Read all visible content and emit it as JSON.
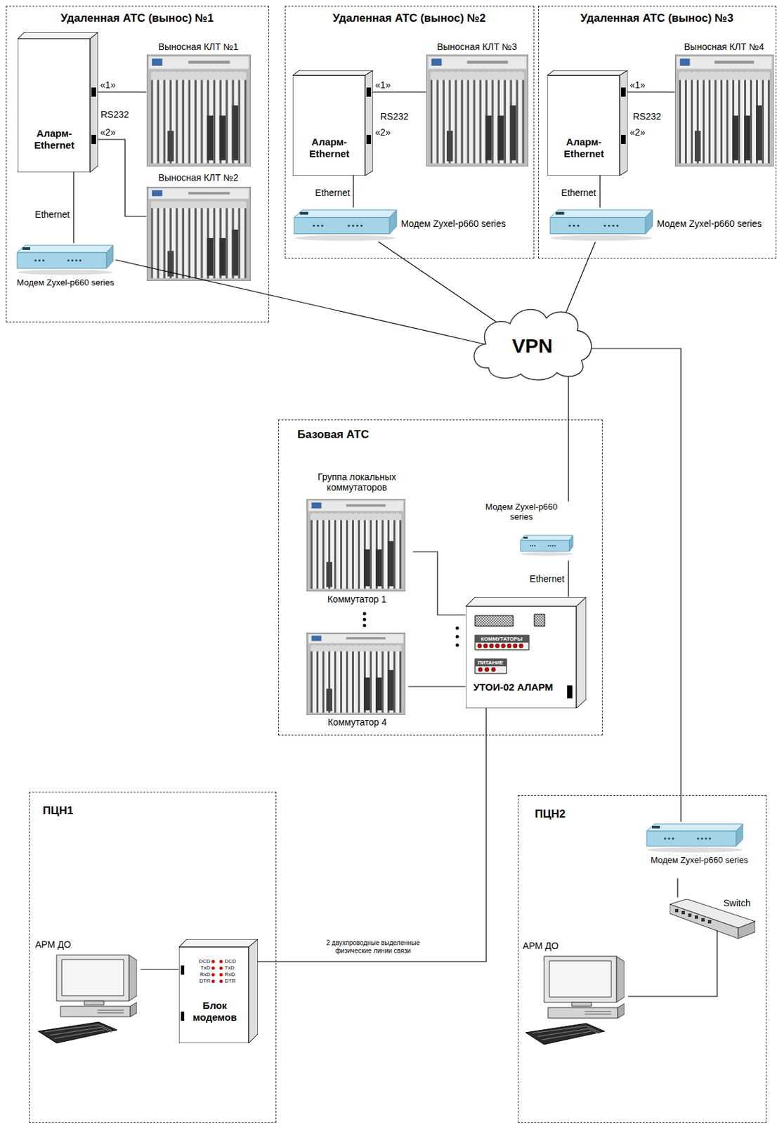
{
  "diagram": {
    "nodes": [
      {
        "text": [
          "Удаленная АТС (вынос) №1"
        ]
      },
      {
        "text": [
          "Аларм-Ethernet"
        ],
        "in": 0
      },
      {
        "text": [
          "Выносная КЛТ №1"
        ],
        "in": 0
      },
      {
        "text": [
          "Выносная КЛТ №2"
        ],
        "in": 0
      },
      {
        "text": [
          "Модем Zyxel-p660 series"
        ],
        "in": 0
      },
      {
        "text": [
          "Удаленная АТС (вынос) №2"
        ]
      },
      {
        "text": [
          "Аларм-Ethernet"
        ],
        "in": 5
      },
      {
        "text": [
          "Выносная КЛТ №3"
        ],
        "in": 5
      },
      {
        "text": [
          "Модем Zyxel-p660 series"
        ],
        "in": 5
      },
      {
        "text": [
          "Удаленная АТС (вынос) №3"
        ]
      },
      {
        "text": [
          "Аларм-Ethernet"
        ],
        "in": 9
      },
      {
        "text": [
          "Выносная КЛТ №4"
        ],
        "in": 9
      },
      {
        "text": [
          "Модем Zyxel-p660 series"
        ],
        "in": 9
      },
      {
        "text": [
          "VPN"
        ]
      },
      {
        "text": [
          "Базовая АТС"
        ]
      },
      {
        "text": [
          "Группа локальных коммутаторов",
          "Коммутатор 1"
        ],
        "in": 14
      },
      {
        "text": [
          "Коммутатор 4"
        ],
        "in": 14
      },
      {
        "text": [
          "Модем Zyxel-p660 series"
        ],
        "in": 14
      },
      {
        "text": [
          "КОММУТАТОРЫ",
          "ПИТАНИЕ",
          "УТОИ-02 АЛАРМ"
        ],
        "in": 14
      },
      {
        "text": [
          "ПЦН1"
        ]
      },
      {
        "text": [
          "АРМ ДО"
        ],
        "in": 19
      },
      {
        "text": [
          "DCD",
          "TxD",
          "RxD",
          "DTR",
          "DCD",
          "TxD",
          "RxD",
          "DTR",
          "Блок модемов"
        ],
        "in": 19
      },
      {
        "text": [
          "ПЦН2"
        ]
      },
      {
        "text": [
          "Модем Zyxel-p660 series"
        ],
        "in": 22
      },
      {
        "text": [
          "Switch"
        ],
        "in": 22
      },
      {
        "text": [
          "АРМ ДО"
        ],
        "in": 22
      }
    ],
    "edges": [
      {
        "from": 1,
        "to": 2,
        "arrow": "none",
        "label": "«1»"
      },
      {
        "from": 1,
        "to": 3,
        "arrow": "none",
        "label": "«2»"
      },
      {
        "from": 1,
        "to": 4,
        "arrow": "none",
        "label": "Ethernet"
      },
      {
        "from": 6,
        "to": 7,
        "arrow": "none",
        "label": "«1»"
      },
      {
        "from": 6,
        "to": 8,
        "arrow": "none",
        "label": "Ethernet"
      },
      {
        "from": 10,
        "to": 11,
        "arrow": "none",
        "label": "«1»"
      },
      {
        "from": 10,
        "to": 12,
        "arrow": "none",
        "label": "Ethernet"
      },
      {
        "from": 4,
        "to": 13,
        "arrow": "none"
      },
      {
        "from": 8,
        "to": 13,
        "arrow": "none"
      },
      {
        "from": 12,
        "to": 13,
        "arrow": "none"
      },
      {
        "from": 13,
        "to": 17,
        "arrow": "none"
      },
      {
        "from": 13,
        "to": 23,
        "arrow": "none"
      },
      {
        "from": 15,
        "to": 18,
        "arrow": "none"
      },
      {
        "from": 16,
        "to": 18,
        "arrow": "none"
      },
      {
        "from": 17,
        "to": 18,
        "arrow": "none",
        "label": "Ethernet"
      },
      {
        "from": 18,
        "to": 21,
        "arrow": "none",
        "label": "2 двухпроводные выделенные физические линии связи"
      },
      {
        "from": 21,
        "to": 20,
        "arrow": "none"
      },
      {
        "from": 23,
        "to": 24,
        "arrow": "none"
      },
      {
        "from": 24,
        "to": 25,
        "arrow": "none"
      }
    ],
    "labels": [
      "RS232",
      "«2»",
      "RS232",
      "«2»",
      "RS232"
    ]
  }
}
